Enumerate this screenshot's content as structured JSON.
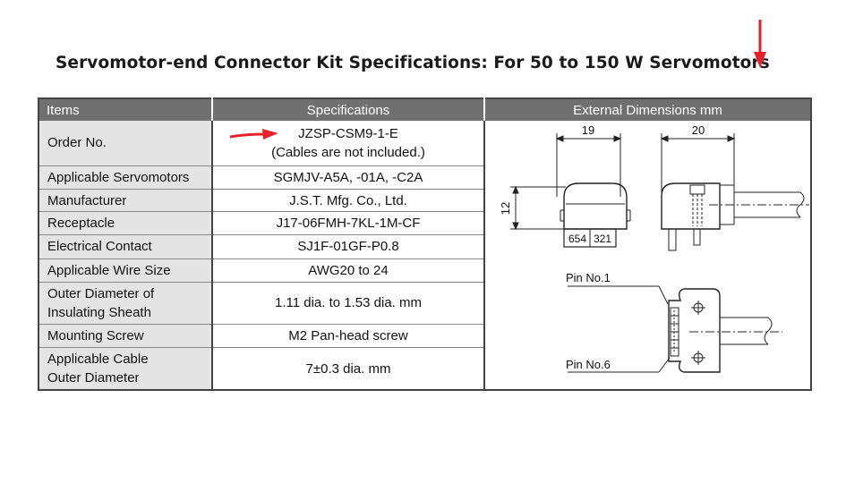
{
  "page": {
    "title": "Servomotor-end Connector Kit Specifications: For 50 to 150 W Servomotors"
  },
  "table": {
    "headers": {
      "items": "Items",
      "specifications": "Specifications",
      "dimensions": "External Dimensions  mm"
    },
    "rows": [
      {
        "item": "Order No.",
        "spec_line1": "JZSP-CSM9-1-E",
        "spec_line2": "(Cables are not included.)"
      },
      {
        "item": "Applicable Servomotors",
        "spec": "SGMJV-A5A, -01A, -C2A"
      },
      {
        "item": "Manufacturer",
        "spec": "J.S.T. Mfg. Co., Ltd."
      },
      {
        "item": "Receptacle",
        "spec": "J17-06FMH-7KL-1M-CF"
      },
      {
        "item": "Electrical Contact",
        "spec": "SJ1F-01GF-P0.8"
      },
      {
        "item": "Applicable Wire Size",
        "spec": "AWG20 to 24"
      },
      {
        "item_line1": "Outer Diameter of",
        "item_line2": "Insulating Sheath",
        "spec": "1.11 dia. to 1.53 dia. mm"
      },
      {
        "item": "Mounting Screw",
        "spec": "M2 Pan-head screw"
      },
      {
        "item_line1": "Applicable Cable",
        "item_line2": "Outer Diameter",
        "spec": "7±0.3 dia. mm"
      }
    ]
  },
  "dimensions": {
    "width_front": "19",
    "width_side": "20",
    "height": "12",
    "pins_left": "654",
    "pins_right": "321",
    "pin_first": "Pin No.1",
    "pin_last": "Pin No.6"
  },
  "colors": {
    "header_bg": "#707070",
    "label_bg": "#e4e4e4",
    "accent_arrow": "#e8202a"
  },
  "icons": [
    "arrow-down-icon",
    "arrow-right-icon"
  ]
}
